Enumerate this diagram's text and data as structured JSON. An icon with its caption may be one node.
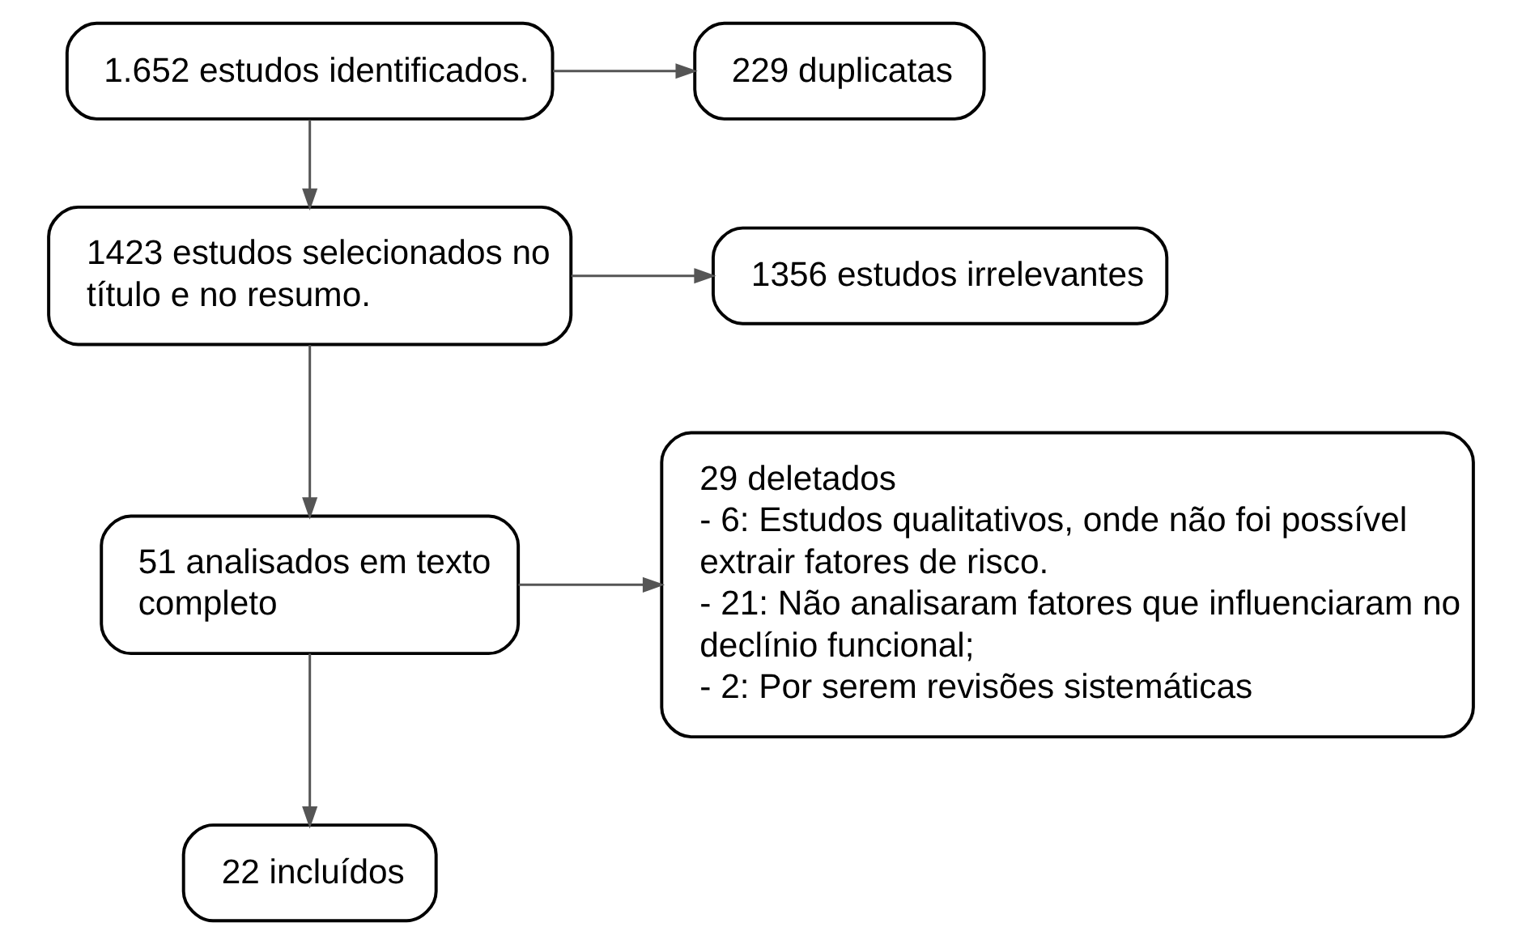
{
  "diagram": {
    "nodes": [
      {
        "text": [
          "1.652 estudos identificados."
        ]
      },
      {
        "text": [
          "229 duplicatas"
        ]
      },
      {
        "text": [
          "1423 estudos selecionados no título e no resumo."
        ]
      },
      {
        "text": [
          "1356 estudos irrelevantes"
        ]
      },
      {
        "text": [
          "51 analisados em texto completo"
        ]
      },
      {
        "text": [
          "29 deletados",
          "- 6: Estudos qualitativos, onde não foi possível extrair fatores de risco.",
          "- 21: Não analisaram fatores que influenciaram no declínio funcional;",
          "- 2: Por serem revisões sistemáticas"
        ]
      },
      {
        "text": [
          "22 incluídos"
        ]
      }
    ],
    "edges": [
      {
        "from": 0,
        "to": 1,
        "arrow": "to"
      },
      {
        "from": 0,
        "to": 2,
        "arrow": "to"
      },
      {
        "from": 2,
        "to": 3,
        "arrow": "to"
      },
      {
        "from": 2,
        "to": 4,
        "arrow": "to"
      },
      {
        "from": 4,
        "to": 5,
        "arrow": "to"
      },
      {
        "from": 4,
        "to": 6,
        "arrow": "to"
      }
    ]
  }
}
